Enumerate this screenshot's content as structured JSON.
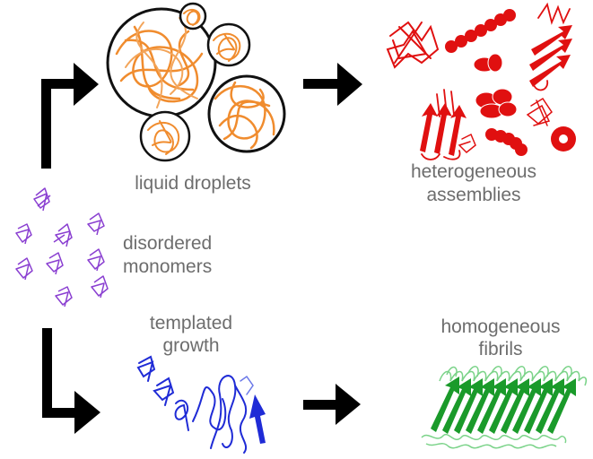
{
  "labels": {
    "liquid_droplets": "liquid droplets",
    "heterogeneous_line1": "heterogeneous",
    "heterogeneous_line2": "assemblies",
    "disordered_line1": "disordered",
    "disordered_line2": "monomers",
    "templated_line1": "templated",
    "templated_line2": "growth",
    "homogeneous_line1": "homogeneous",
    "homogeneous_line2": "fibrils"
  },
  "colors": {
    "arrow": "#000000",
    "monomer": "#8a3fd1",
    "droplet_fill": "#f08c2e",
    "droplet_border": "#111111",
    "assembly": "#e01010",
    "template": "#1f2bd6",
    "fibril": "#1a9a2a",
    "fibril_light": "#7bd389",
    "label_text": "#6d6d6d"
  }
}
